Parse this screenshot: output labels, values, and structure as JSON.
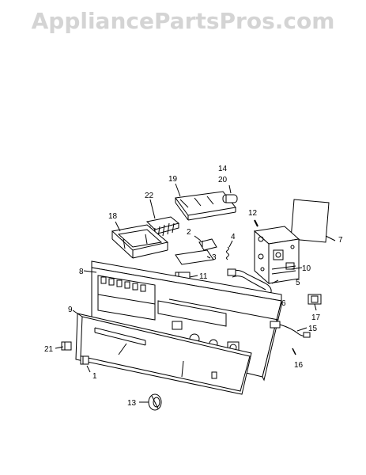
{
  "watermark": "AppliancePartsPros.com",
  "diagram": {
    "callouts": [
      {
        "id": "1",
        "text": "1"
      },
      {
        "id": "2",
        "text": "2"
      },
      {
        "id": "3",
        "text": "3"
      },
      {
        "id": "4",
        "text": "4"
      },
      {
        "id": "5",
        "text": "5"
      },
      {
        "id": "6",
        "text": "6"
      },
      {
        "id": "7",
        "text": "7"
      },
      {
        "id": "8",
        "text": "8"
      },
      {
        "id": "9",
        "text": "9"
      },
      {
        "id": "10",
        "text": "10"
      },
      {
        "id": "11",
        "text": "11"
      },
      {
        "id": "12",
        "text": "12"
      },
      {
        "id": "13",
        "text": "13"
      },
      {
        "id": "14",
        "text": "14"
      },
      {
        "id": "15",
        "text": "15"
      },
      {
        "id": "16",
        "text": "16"
      },
      {
        "id": "17",
        "text": "17"
      },
      {
        "id": "18",
        "text": "18"
      },
      {
        "id": "19",
        "text": "19"
      },
      {
        "id": "20",
        "text": "20"
      },
      {
        "id": "21",
        "text": "21"
      },
      {
        "id": "22",
        "text": "22"
      }
    ]
  }
}
